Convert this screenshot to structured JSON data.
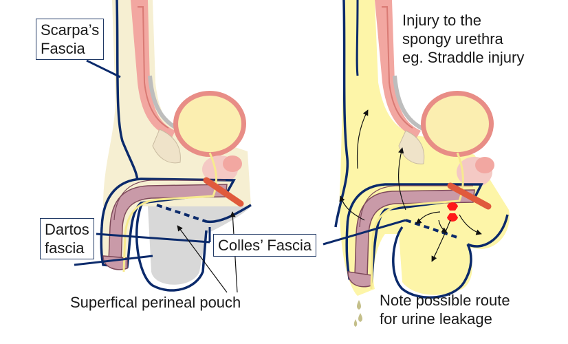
{
  "labels": {
    "scarpa": "Scarpa’s\nFascia",
    "dartos": "Dartos\nfascia",
    "colles": "Colles’ Fascia",
    "pouch": "Superfical perineal pouch",
    "injury": "Injury to the\nspongy urethra\neg. Straddle injury",
    "note": "Note possible route\nfor urine leakage"
  },
  "colors": {
    "fascia_line": "#0b2a6b",
    "skin_fill": "#fbf1cf",
    "fat_fill": "#f6efd2",
    "urine_fill": "#fdf5a8",
    "pouch_fill": "#d8d8d8",
    "corpus_fill": "#c99aa8",
    "muscle_fill": "#f2a7a1",
    "bladder_fill": "#fbeeb0",
    "bladder_wall": "#e88d86",
    "rupture": "#ff1a1a",
    "label_border": "#1f3864"
  }
}
